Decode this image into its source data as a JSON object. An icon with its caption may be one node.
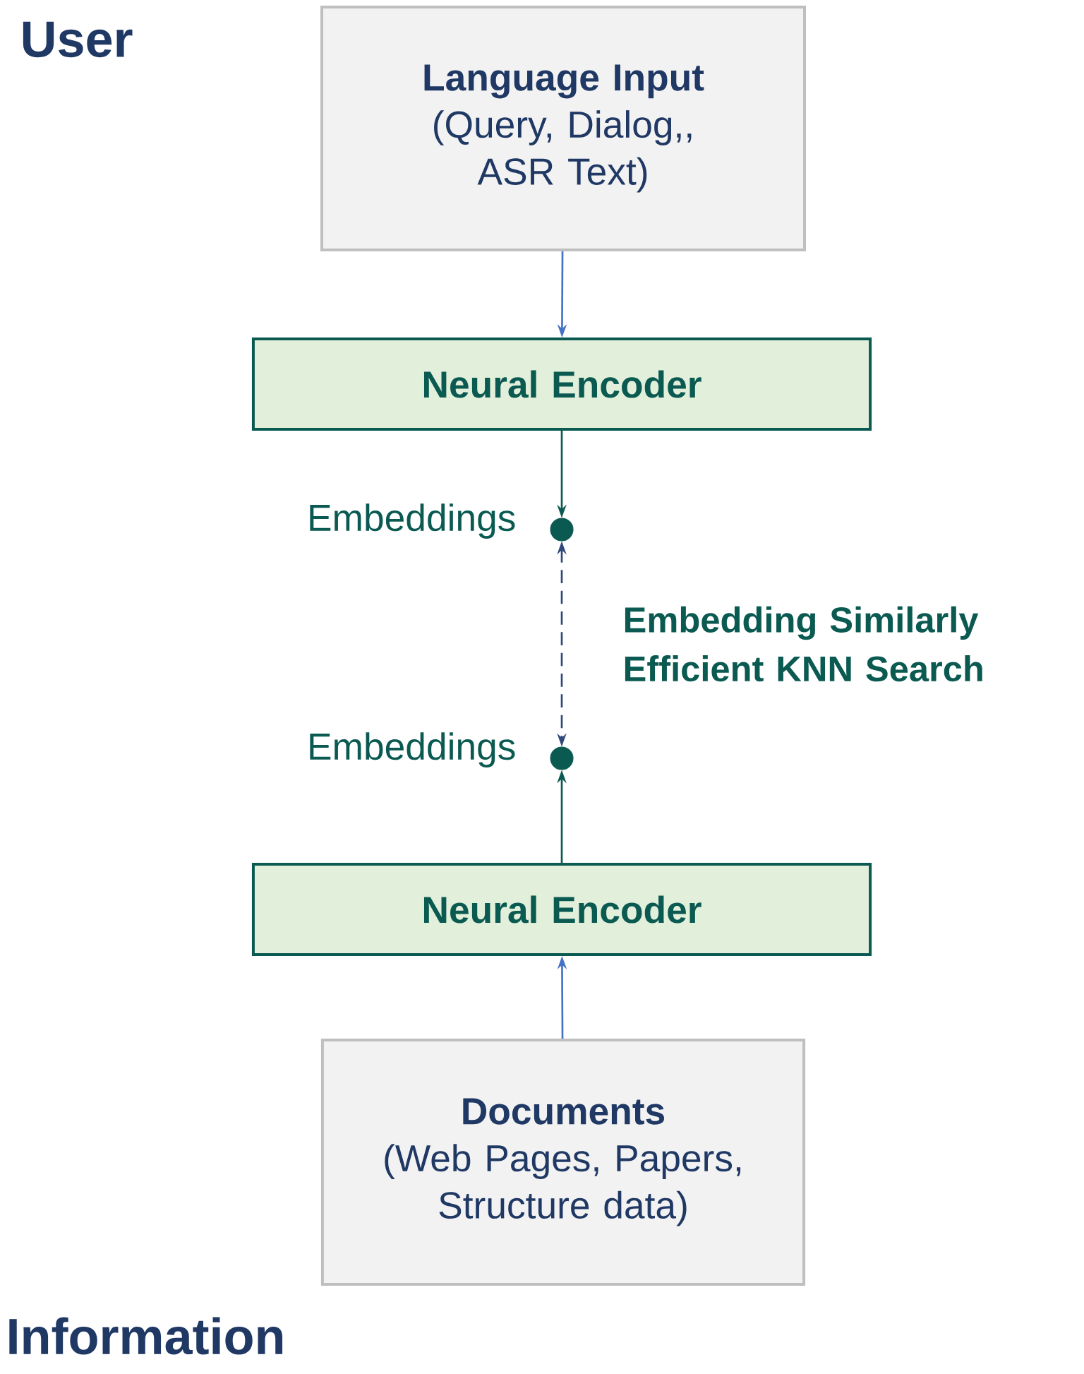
{
  "diagram": {
    "nodes": [
      {
        "text": [
          "Language Input",
          "(Query, Dialog,, ASR Text)"
        ]
      },
      {
        "text": [
          "Neural Encoder"
        ]
      },
      {
        "text": [],
        "shape": "circle",
        "beside": [
          "Embeddings"
        ]
      },
      {
        "text": [],
        "shape": "circle",
        "beside": [
          "Embeddings"
        ]
      },
      {
        "text": [
          "Neural Encoder"
        ]
      },
      {
        "text": [
          "Documents",
          "(Web Pages, Papers, Structure data)"
        ]
      }
    ],
    "edges": [
      {
        "from": 0,
        "to": 1,
        "arrow": "to",
        "color": "#4472c4"
      },
      {
        "from": 1,
        "to": 2,
        "arrow": "to",
        "color": "#0b5a52"
      },
      {
        "from": 2,
        "to": 3,
        "arrow": "both",
        "style": "dashed",
        "color": "#2f4a7a",
        "label": "Embedding Similarly Efficient KNN Search"
      },
      {
        "from": 4,
        "to": 3,
        "arrow": "to",
        "color": "#0b5a52"
      },
      {
        "from": 5,
        "to": 4,
        "arrow": "to",
        "color": "#4472c4"
      }
    ],
    "labels": [
      "User",
      "Information"
    ]
  }
}
